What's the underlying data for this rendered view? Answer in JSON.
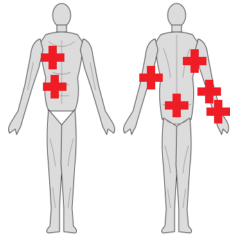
{
  "colors": {
    "body_fill": "#dcdcdc",
    "body_stroke": "#444444",
    "muscle_line": "#8a8a8a",
    "marker": "#ee1c25",
    "background": "#ffffff"
  },
  "figures": [
    {
      "id": "front",
      "view": "anterior"
    },
    {
      "id": "back",
      "view": "posterior"
    }
  ],
  "markers": [
    {
      "id": "front-upper-chest",
      "view": "front",
      "icon": "red-cross-icon"
    },
    {
      "id": "front-lower-chest",
      "view": "front",
      "icon": "red-cross-icon"
    },
    {
      "id": "back-upper-arm",
      "view": "back",
      "icon": "red-cross-icon"
    },
    {
      "id": "back-shoulder-blade",
      "view": "back",
      "icon": "red-cross-icon"
    },
    {
      "id": "back-lower-back",
      "view": "back",
      "icon": "red-cross-icon"
    },
    {
      "id": "back-elbow",
      "view": "back",
      "icon": "red-cross-icon"
    },
    {
      "id": "back-forearm",
      "view": "back",
      "icon": "red-cross-icon"
    }
  ]
}
